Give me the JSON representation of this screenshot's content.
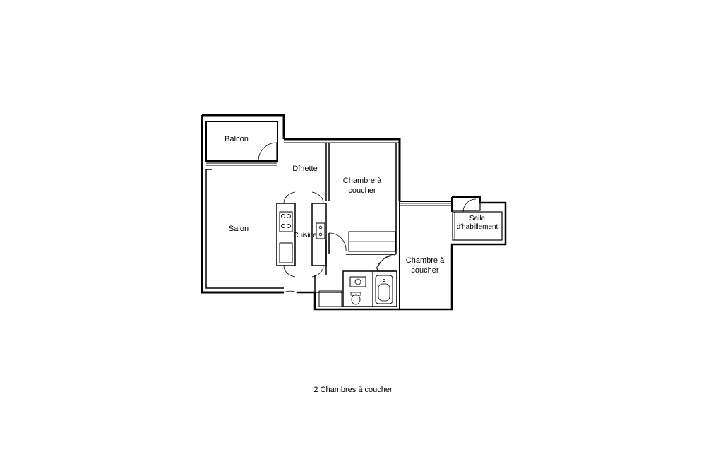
{
  "plan": {
    "rooms": {
      "balcon": "Balcon",
      "dinette": "Dînette",
      "chambre1_line1": "Chambre à",
      "chambre1_line2": "coucher",
      "salon": "Salon",
      "cuisine": "Cuisine",
      "chambre2_line1": "Chambre à",
      "chambre2_line2": "coucher",
      "salle_line1": "Salle",
      "salle_line2": "d'habillement"
    },
    "caption": "2 Chambres à coucher"
  }
}
